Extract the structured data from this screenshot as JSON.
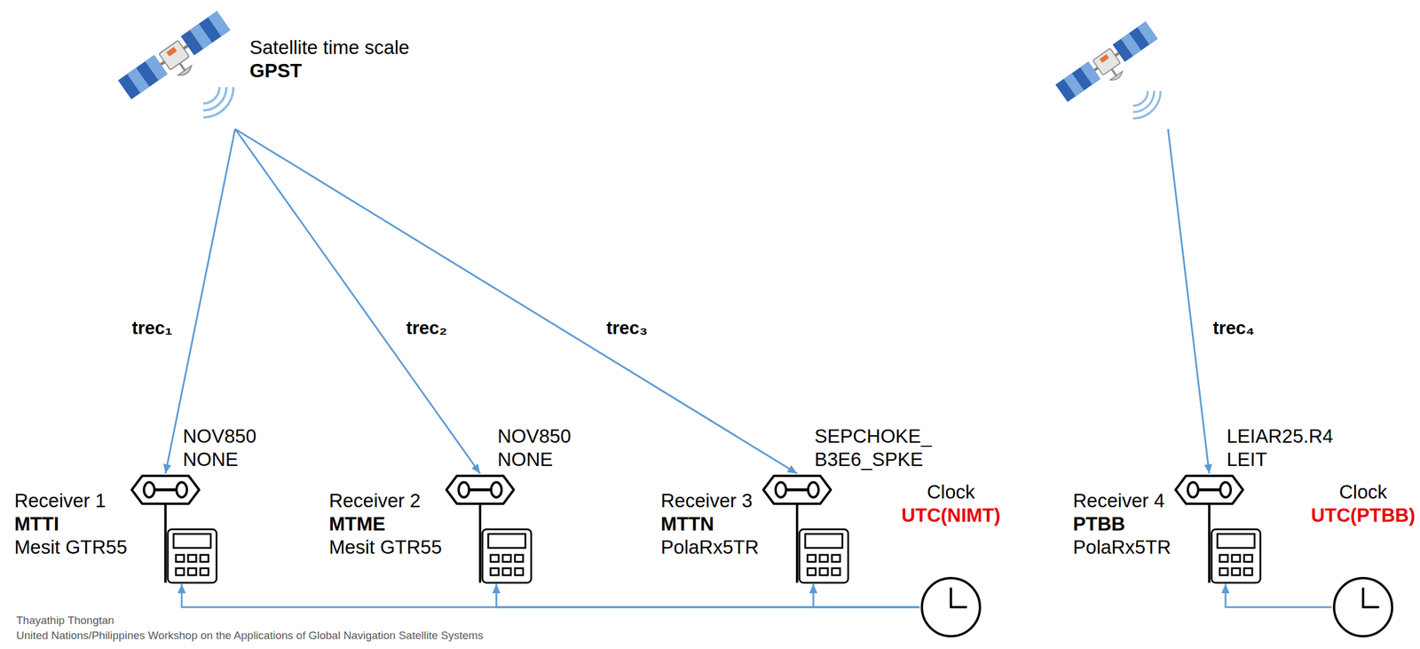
{
  "diagram": {
    "nodes": [
      {
        "text": [
          "Satellite time scale",
          "GPST"
        ]
      },
      {
        "text": []
      },
      {
        "text": [
          "NOV850 NONE",
          "Receiver 1",
          "MTTI",
          "Mesit GTR55"
        ]
      },
      {
        "text": [
          "NOV850 NONE",
          "Receiver 2",
          "MTME",
          "Mesit GTR55"
        ]
      },
      {
        "text": [
          "SEPCHOKE_ B3E6_SPKE",
          "Receiver 3",
          "MTTN",
          "PolaRx5TR"
        ]
      },
      {
        "text": [
          "Clock",
          "UTC(NIMT)"
        ]
      },
      {
        "text": [
          "LEIAR25.R4 LEIT",
          "Receiver 4",
          "PTBB",
          "PolaRx5TR"
        ]
      },
      {
        "text": [
          "Clock",
          "UTC(PTBB)"
        ]
      }
    ],
    "edges": [
      {
        "from": 0,
        "to": 2,
        "arrow": "to",
        "label": "trec₁"
      },
      {
        "from": 0,
        "to": 3,
        "arrow": "to",
        "label": "trec₂"
      },
      {
        "from": 0,
        "to": 4,
        "arrow": "to",
        "label": "trec₃"
      },
      {
        "from": 1,
        "to": 6,
        "arrow": "to",
        "label": "trec₄"
      },
      {
        "from": 5,
        "to": 2,
        "arrow": "to"
      },
      {
        "from": 5,
        "to": 3,
        "arrow": "to"
      },
      {
        "from": 5,
        "to": 4,
        "arrow": "to"
      },
      {
        "from": 7,
        "to": 6,
        "arrow": "to"
      }
    ],
    "labels": [
      "Thayathip Thongtan",
      "United Nations/Philippines Workshop on the Applications of Global Navigation Satellite Systems"
    ]
  }
}
